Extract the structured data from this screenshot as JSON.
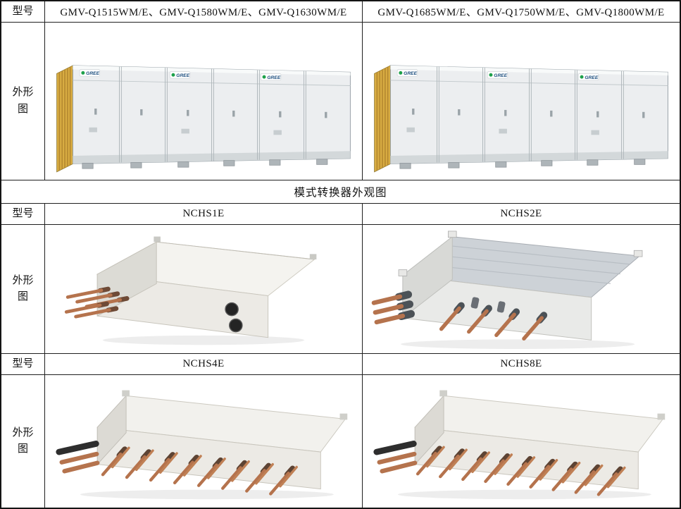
{
  "doc": {
    "brand": "GREE",
    "rows": {
      "outdoor": {
        "model_label": "型号",
        "models_a": "GMV-Q1515WM/E、GMV-Q1580WM/E、GMV-Q1630WM/E",
        "models_b": "GMV-Q1685WM/E、GMV-Q1750WM/E、GMV-Q1800WM/E",
        "figure_label": "外形图"
      },
      "section_title": "模式转换器外观图",
      "converter1": {
        "model_label": "型号",
        "model_a": "NCHS1E",
        "model_b": "NCHS2E",
        "figure_label": "外形图"
      },
      "converter2": {
        "model_label": "型号",
        "model_a": "NCHS4E",
        "model_b": "NCHS8E",
        "figure_label": "外形图"
      }
    },
    "colors": {
      "table_border": "#141414",
      "cabinet_body": "#eceef0",
      "coil_gold": "#d8ac42",
      "copper": "#b5734d",
      "insulation_black": "#2e2e2e",
      "logo_green": "#1ea14b",
      "logo_blue": "#1b4d7e"
    }
  }
}
